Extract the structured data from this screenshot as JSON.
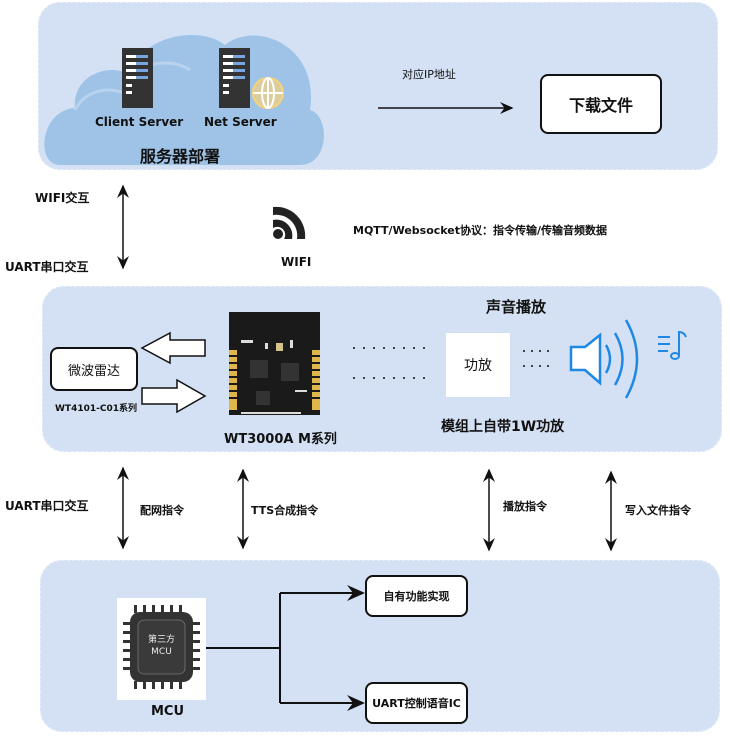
{
  "server": {
    "client_label": "Client Server",
    "net_label": "Net Server",
    "title": "服务器部署",
    "ip_label": "对应IP地址",
    "download_box": "下载文件"
  },
  "link": {
    "wifi_interact": "WIFI交互",
    "uart_interact_top": "UART串口交互",
    "wifi_label": "WIFI",
    "protocol": "MQTT/Websocket协议：指令传输/传输音频数据"
  },
  "module": {
    "radar_box": "微波雷达",
    "radar_series": "WT4101-C01系列",
    "module_name": "WT3000A M系列",
    "sound_title": "声音播放",
    "amp_box": "功放",
    "amp_note": "模组上自带1W功放"
  },
  "commands": {
    "uart_interact_bottom": "UART串口交互",
    "network_cmd": "配网指令",
    "tts_cmd": "TTS合成指令",
    "play_cmd": "播放指令",
    "write_cmd": "写入文件指令"
  },
  "mcu": {
    "chip_text_1": "第三方",
    "chip_text_2": "MCU",
    "label": "MCU",
    "own_function": "自有功能实现",
    "uart_control": "UART控制语音IC"
  },
  "colors": {
    "panel": "#d4e1f4",
    "cloud": "#9fc3e7",
    "speaker": "#1e88e5"
  }
}
